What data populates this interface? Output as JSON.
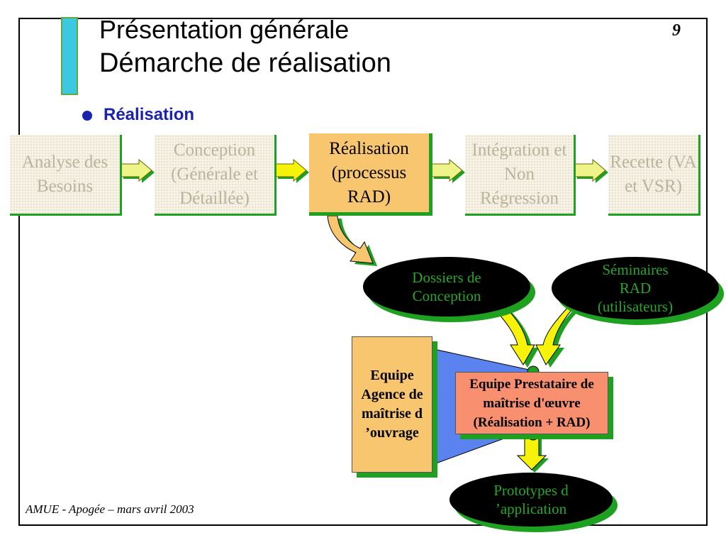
{
  "page": {
    "title_line1": "Présentation générale",
    "title_line2": "Démarche de réalisation",
    "page_number": "9",
    "bullet": "Réalisation",
    "footer": "AMUE - Apogée – mars avril 2003"
  },
  "process_steps": [
    {
      "label": "Analyse des Besoins",
      "state": "faded"
    },
    {
      "label": "Conception (Générale et Détaillée)",
      "state": "faded"
    },
    {
      "label": "Réalisation (processus RAD)",
      "state": "active"
    },
    {
      "label": "Intégration et Non Régression",
      "state": "faded"
    },
    {
      "label": "Recette (VA et VSR)",
      "state": "faded"
    }
  ],
  "deliverables": {
    "dossiers": "Dossiers de Conception",
    "seminaires": "Séminaires RAD (utilisateurs)",
    "prototypes": "Prototypes d ’application"
  },
  "teams": {
    "agence": "Equipe Agence de maîtrise d ’ouvrage",
    "prestataire": "Equipe Prestataire de maîtrise d'œuvre (Réalisation + RAD)"
  },
  "colors": {
    "accent_cyan": "#3cc8e0",
    "bullet_blue": "#1a22b0",
    "shadow_green": "#1ea020",
    "active_orange": "#f8c66e",
    "presta_salmon": "#f89070",
    "arrow_yellow": "#f6f20a",
    "trapezoid_blue": "#5b83f0"
  }
}
